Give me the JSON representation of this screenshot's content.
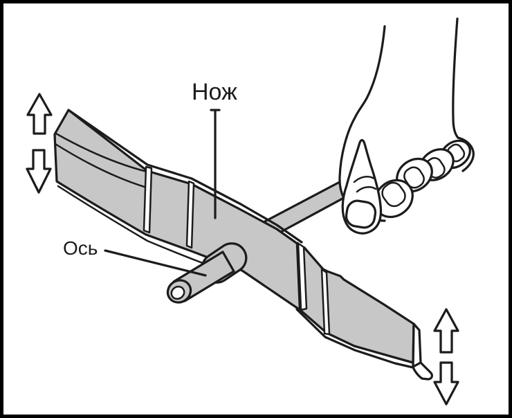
{
  "figure": {
    "labels": {
      "blade": "Нож",
      "axle": "Ось"
    },
    "icons": {
      "left_end": [
        "up-arrow",
        "down-arrow"
      ],
      "right_end": [
        "up-arrow",
        "down-arrow"
      ]
    },
    "colors": {
      "background": "#ffffff",
      "frame": "#000000",
      "outline": "#1c1c1c",
      "metal_shade": "#c7c7c7"
    }
  }
}
